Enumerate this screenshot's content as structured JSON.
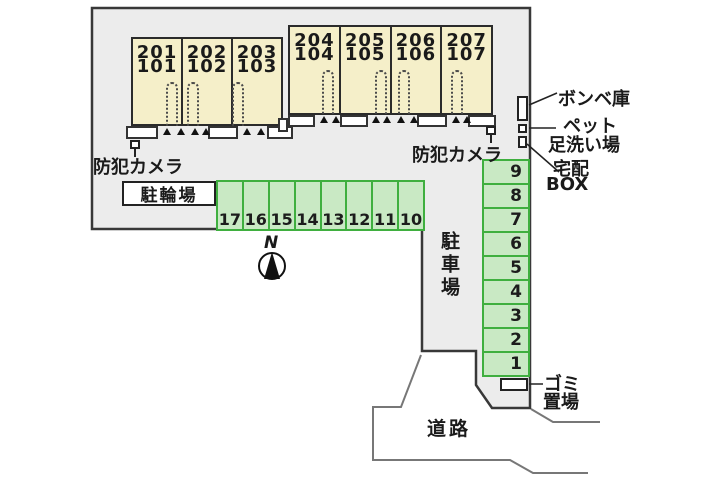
{
  "site": {
    "buildings": [
      {
        "name": "block-1",
        "units": [
          {
            "main": "201",
            "sub": "101"
          },
          {
            "main": "202",
            "sub": "102"
          },
          {
            "main": "203",
            "sub": "103"
          }
        ]
      },
      {
        "name": "block-2",
        "units": [
          {
            "main": "204",
            "sub": "104"
          },
          {
            "main": "205",
            "sub": "105"
          },
          {
            "main": "206",
            "sub": "106"
          },
          {
            "main": "207",
            "sub": "107"
          }
        ]
      }
    ],
    "bicycle_parking": {
      "label": "駐輪場",
      "spaces": [
        "17",
        "16",
        "15",
        "14",
        "13",
        "12",
        "11",
        "10"
      ]
    },
    "car_parking": {
      "label": "駐車場",
      "spaces": [
        "9",
        "8",
        "7",
        "6",
        "5",
        "4",
        "3",
        "2",
        "1"
      ]
    },
    "labels": {
      "security_camera_left": "防犯カメラ",
      "security_camera_right": "防犯カメラ",
      "gas_storage": "ボンベ庫",
      "pet_wash_line1": "ペット",
      "pet_wash_line2": "足洗い場",
      "delivery_line1": "宅配",
      "delivery_line2": "BOX",
      "garbage_line1": "ゴミ",
      "garbage_line2": "置場",
      "road": "道路",
      "compass": "N"
    },
    "icons": {
      "camera": "security-camera-icon",
      "gas": "gas-cylinder-storage-icon",
      "pet": "pet-foot-wash-icon",
      "delivery": "delivery-box-icon",
      "garbage": "garbage-area-icon",
      "compass": "compass-north-icon"
    },
    "colors": {
      "building_fill": "#f5efc9",
      "site_fill": "#ececec",
      "stall_fill": "#c9e9c4",
      "stall_border": "#3faf3f",
      "boundary": "#383838",
      "road_line": "#777777"
    }
  }
}
